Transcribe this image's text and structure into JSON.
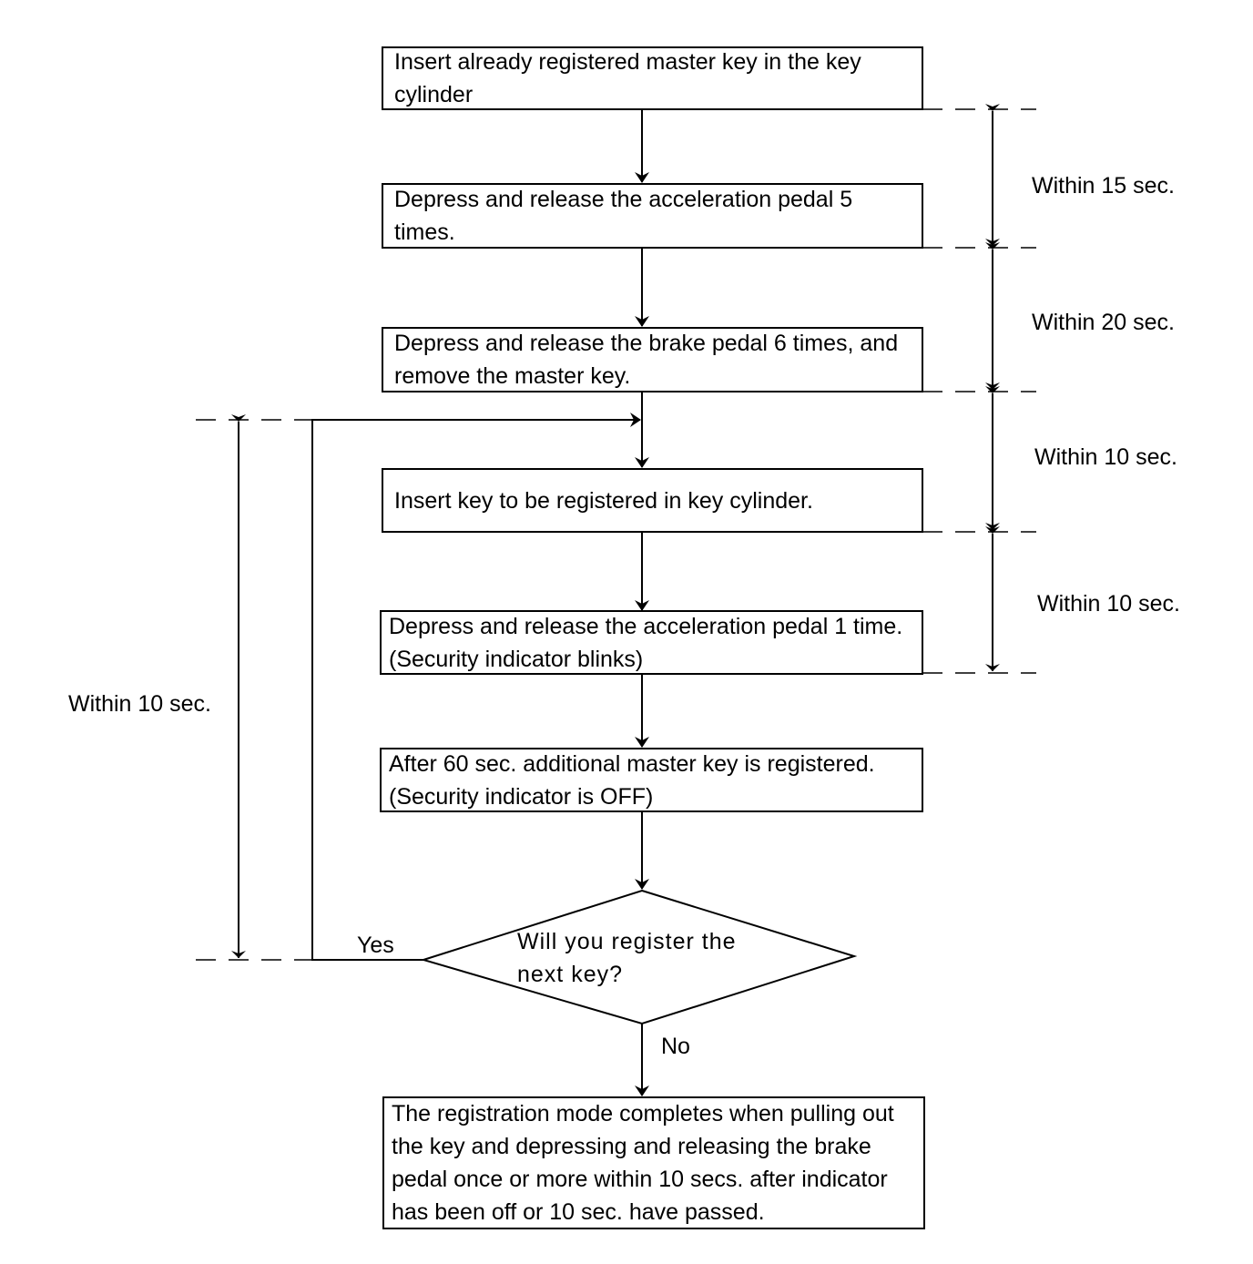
{
  "steps": {
    "s1": "Insert already registered master key in the key cylinder",
    "s2": "Depress and release the acceleration pedal 5 times.",
    "s3": "Depress and release the brake pedal 6 times, and remove the master key.",
    "s4": "Insert key to be registered in key cylinder.",
    "s5": "Depress and release the acceleration pedal 1 time. (Security indicator blinks)",
    "s6": "After 60 sec. additional master key is registered. (Security indicator is OFF)",
    "final": "The registration mode completes when pulling out the key and depressing and releasing the brake pedal once or more within 10 secs. after indicator has been off or 10 sec. have passed."
  },
  "decision": {
    "question": "Will you register the next key?",
    "yes_label": "Yes",
    "no_label": "No"
  },
  "timings": {
    "t1": "Within 15 sec.",
    "t2": "Within 20 sec.",
    "t3": "Within 10 sec.",
    "t4": "Within 10 sec.",
    "loop": "Within 10 sec."
  }
}
